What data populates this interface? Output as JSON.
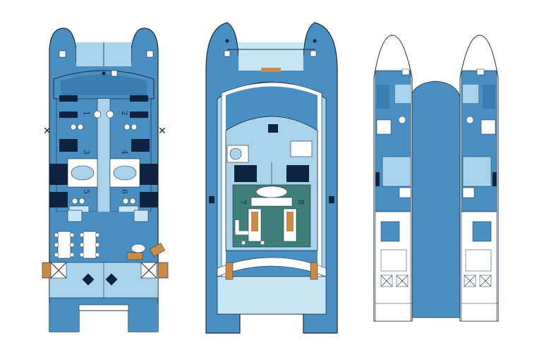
{
  "colors": {
    "hull": "#4a8fc2",
    "hull_dark": "#3a7db2",
    "light": "#a9d3ea",
    "pale": "#c7e5f3",
    "teal": "#3f7f7a",
    "navy": "#0d2440",
    "orange": "#c98b45",
    "outline": "#1b2b3b",
    "white": "#ffffff"
  },
  "decks": [
    {
      "id": "lower",
      "cabin_numbers": [
        "1",
        "2",
        "3",
        "4",
        "5",
        "6"
      ]
    },
    {
      "id": "main",
      "cabin_numbers": [
        "7",
        "8"
      ]
    },
    {
      "id": "hulls",
      "cabin_numbers": []
    }
  ],
  "icons": [
    "cross-icon",
    "life-raft-icon",
    "bed-icon",
    "table-icon",
    "stairs-icon"
  ]
}
